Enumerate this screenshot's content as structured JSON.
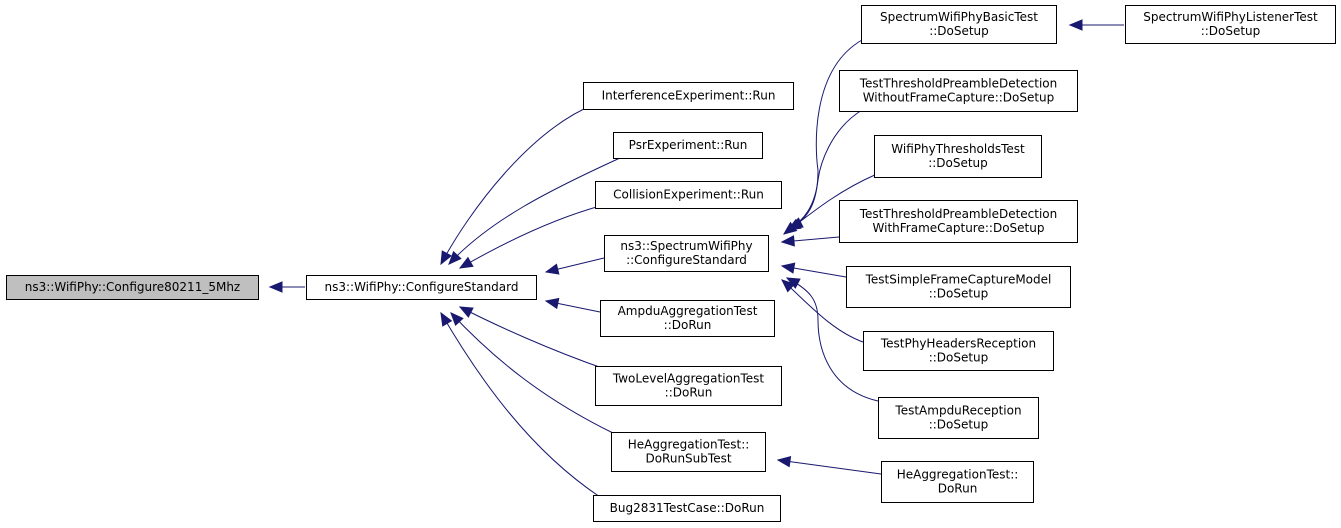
{
  "colors": {
    "edge": "#191970",
    "root_fill": "#bfbfbf",
    "node_fill": "#ffffff",
    "border": "#000000"
  },
  "nodes": {
    "root": {
      "lines": [
        "ns3::WifiPhy::Configure80211_5Mhz"
      ]
    },
    "wifi_configure": {
      "lines": [
        "ns3::WifiPhy::ConfigureStandard"
      ]
    },
    "interference": {
      "lines": [
        "InterferenceExperiment::Run"
      ]
    },
    "psr": {
      "lines": [
        "PsrExperiment::Run"
      ]
    },
    "collision": {
      "lines": [
        "CollisionExperiment::Run"
      ]
    },
    "spectrum_configure": {
      "lines": [
        "ns3::SpectrumWifiPhy",
        "::ConfigureStandard"
      ]
    },
    "ampdu_aggregation": {
      "lines": [
        "AmpduAggregationTest",
        "::DoRun"
      ]
    },
    "two_level": {
      "lines": [
        "TwoLevelAggregationTest",
        "::DoRun"
      ]
    },
    "he_subtest": {
      "lines": [
        "HeAggregationTest::",
        "DoRunSubTest"
      ]
    },
    "bug2831": {
      "lines": [
        "Bug2831TestCase::DoRun"
      ]
    },
    "spectrum_basic": {
      "lines": [
        "SpectrumWifiPhyBasicTest",
        "::DoSetup"
      ]
    },
    "spectrum_listener": {
      "lines": [
        "SpectrumWifiPhyListenerTest",
        "::DoSetup"
      ]
    },
    "threshold_without": {
      "lines": [
        "TestThresholdPreambleDetection",
        "WithoutFrameCapture::DoSetup"
      ]
    },
    "thresholds_test": {
      "lines": [
        "WifiPhyThresholdsTest",
        "::DoSetup"
      ]
    },
    "threshold_with": {
      "lines": [
        "TestThresholdPreambleDetection",
        "WithFrameCapture::DoSetup"
      ]
    },
    "simple_capture": {
      "lines": [
        "TestSimpleFrameCaptureModel",
        "::DoSetup"
      ]
    },
    "headers_reception": {
      "lines": [
        "TestPhyHeadersReception",
        "::DoSetup"
      ]
    },
    "ampdu_reception": {
      "lines": [
        "TestAmpduReception",
        "::DoSetup"
      ]
    },
    "he_dorun": {
      "lines": [
        "HeAggregationTest::",
        "DoRun"
      ]
    }
  },
  "edges": [
    {
      "from": "wifi_configure",
      "to": "root"
    },
    {
      "from": "interference",
      "to": "wifi_configure"
    },
    {
      "from": "psr",
      "to": "wifi_configure"
    },
    {
      "from": "collision",
      "to": "wifi_configure"
    },
    {
      "from": "spectrum_configure",
      "to": "wifi_configure"
    },
    {
      "from": "ampdu_aggregation",
      "to": "wifi_configure"
    },
    {
      "from": "two_level",
      "to": "wifi_configure"
    },
    {
      "from": "he_subtest",
      "to": "wifi_configure"
    },
    {
      "from": "bug2831",
      "to": "wifi_configure"
    },
    {
      "from": "spectrum_basic",
      "to": "spectrum_configure"
    },
    {
      "from": "threshold_without",
      "to": "spectrum_configure"
    },
    {
      "from": "thresholds_test",
      "to": "spectrum_configure"
    },
    {
      "from": "threshold_with",
      "to": "spectrum_configure"
    },
    {
      "from": "simple_capture",
      "to": "spectrum_configure"
    },
    {
      "from": "headers_reception",
      "to": "spectrum_configure"
    },
    {
      "from": "ampdu_reception",
      "to": "spectrum_configure"
    },
    {
      "from": "spectrum_listener",
      "to": "spectrum_basic"
    },
    {
      "from": "he_dorun",
      "to": "he_subtest"
    }
  ]
}
